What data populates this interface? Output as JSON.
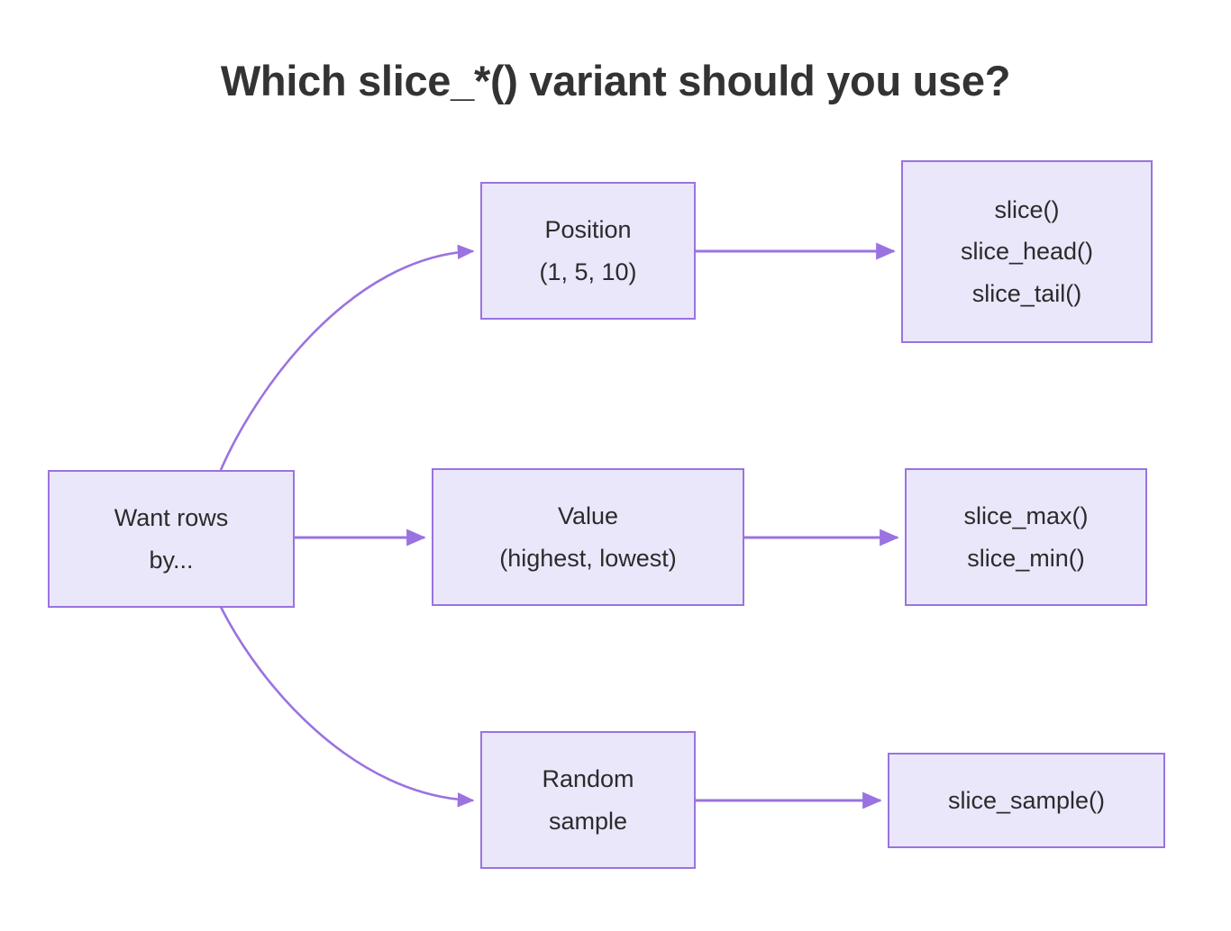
{
  "title": "Which slice_*() variant should you use?",
  "colors": {
    "background": "#ffffff",
    "node_fill": "#eae7fb",
    "node_border": "#9a73e0",
    "edge": "#9a73e0",
    "title_text": "#333333",
    "node_text": "#2b2b2b"
  },
  "nodes": {
    "root": {
      "id": "root",
      "lines": [
        "Want rows",
        "by..."
      ]
    },
    "position": {
      "id": "position",
      "lines": [
        "Position",
        "(1, 5, 10)"
      ]
    },
    "value": {
      "id": "value",
      "lines": [
        "Value",
        "(highest, lowest)"
      ]
    },
    "random": {
      "id": "random",
      "lines": [
        "Random",
        "sample"
      ]
    },
    "slice_group": {
      "id": "slice_group",
      "lines": [
        "slice()",
        "slice_head()",
        "slice_tail()"
      ]
    },
    "minmax": {
      "id": "minmax",
      "lines": [
        "slice_max()",
        "slice_min()"
      ]
    },
    "sample": {
      "id": "sample",
      "lines": [
        "slice_sample()"
      ]
    }
  },
  "edges": [
    {
      "id": "root-to-position",
      "from": "root",
      "to": "position",
      "style": "curved",
      "arrow": "end"
    },
    {
      "id": "root-to-value",
      "from": "root",
      "to": "value",
      "style": "straight",
      "arrow": "end"
    },
    {
      "id": "root-to-random",
      "from": "root",
      "to": "random",
      "style": "curved",
      "arrow": "end"
    },
    {
      "id": "position-to-slice-group",
      "from": "position",
      "to": "slice_group",
      "style": "straight",
      "arrow": "end"
    },
    {
      "id": "value-to-minmax",
      "from": "value",
      "to": "minmax",
      "style": "straight",
      "arrow": "end"
    },
    {
      "id": "random-to-sample",
      "from": "random",
      "to": "sample",
      "style": "straight",
      "arrow": "end"
    }
  ]
}
